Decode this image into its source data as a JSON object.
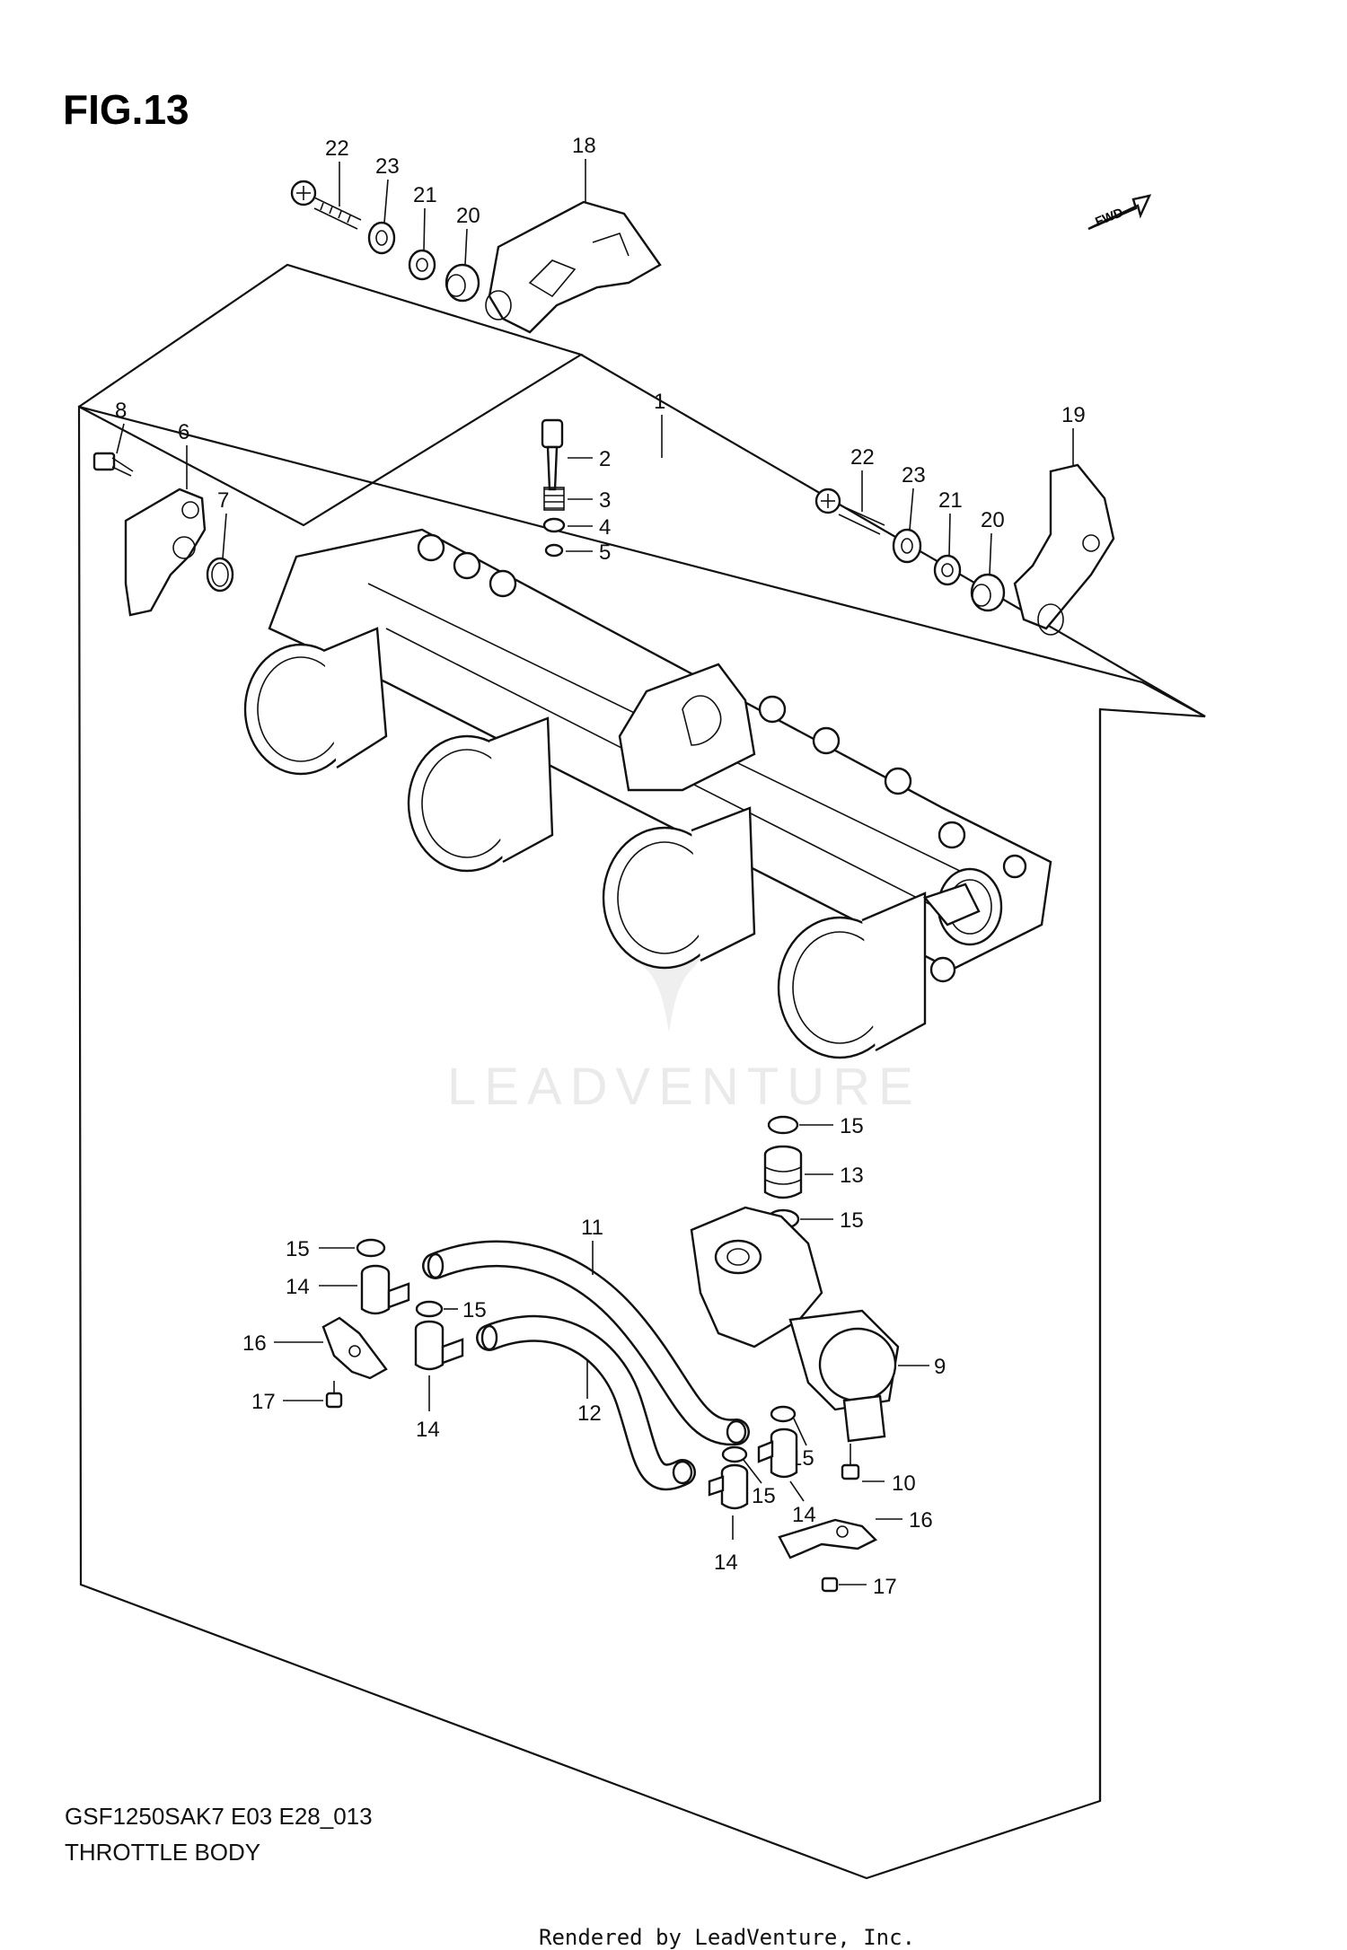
{
  "figure": {
    "title": "FIG.13",
    "model_code": "GSF1250SAK7 E03 E28_013",
    "assembly_name": "THROTTLE BODY",
    "fwd_label": "FWD"
  },
  "watermark": "LEADVENTURE",
  "footer": {
    "rendered_by": "Rendered by LeadVenture, Inc."
  },
  "callouts": {
    "c1": "1",
    "c2": "2",
    "c3": "3",
    "c4": "4",
    "c5": "5",
    "c6": "6",
    "c7": "7",
    "c8": "8",
    "c9": "9",
    "c10": "10",
    "c11": "11",
    "c12": "12",
    "c13": "13",
    "c14a": "14",
    "c14b": "14",
    "c14c": "14",
    "c14d": "14",
    "c15a": "15",
    "c15b": "15",
    "c15c": "15",
    "c15d": "15",
    "c15e": "15",
    "c15f": "15",
    "c16a": "16",
    "c16b": "16",
    "c17a": "17",
    "c17b": "17",
    "c18": "18",
    "c19": "19",
    "c20a": "20",
    "c20b": "20",
    "c21a": "21",
    "c21b": "21",
    "c22a": "22",
    "c22b": "22",
    "c23a": "23",
    "c23b": "23"
  }
}
